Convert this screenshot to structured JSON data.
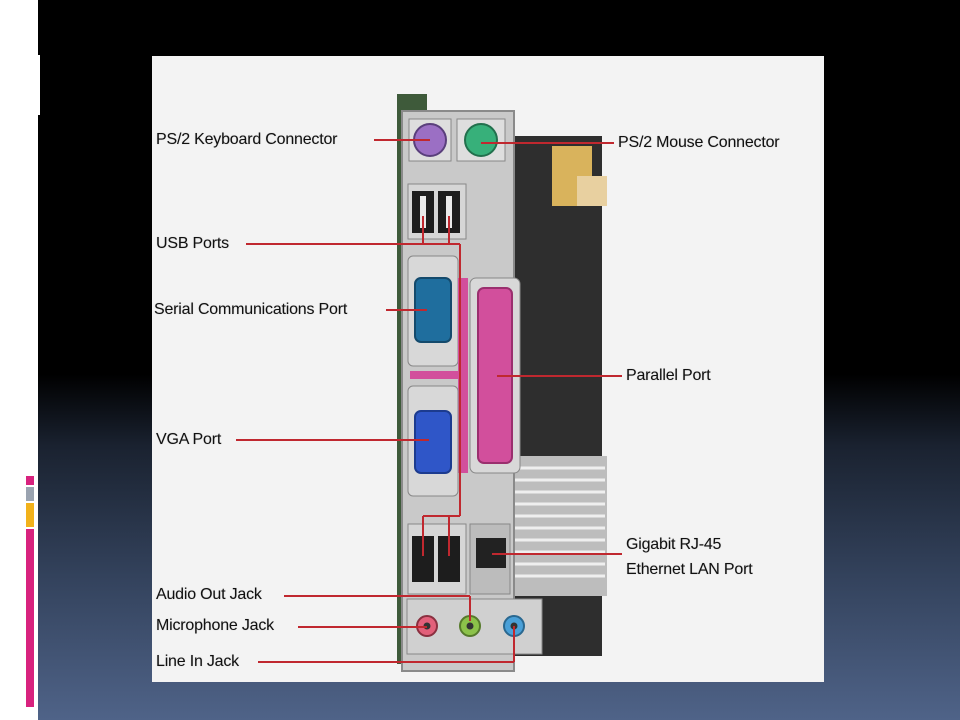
{
  "labels": {
    "ps2_keyboard": "PS/2 Keyboard Connector",
    "ps2_mouse": "PS/2 Mouse Connector",
    "usb_ports": "USB Ports",
    "serial_port": "Serial Communications Port",
    "parallel_port": "Parallel Port",
    "vga_port": "VGA Port",
    "gigabit_line1": "Gigabit RJ-45",
    "gigabit_line2": "Ethernet LAN Port",
    "audio_out": "Audio Out Jack",
    "microphone": "Microphone Jack",
    "line_in": "Line In Jack"
  },
  "colors": {
    "leader_line": "#c0282f",
    "ps2_keyboard": "#9b6fc4",
    "ps2_mouse": "#37b07a",
    "serial": "#1f6e9e",
    "parallel": "#d24f9c",
    "vga": "#2f56c8",
    "mic_jack": "#e2607a",
    "line_out_jack": "#8cc24a",
    "line_in_jack": "#4aa0d8",
    "decor_magenta": "#d8227e",
    "decor_gray": "#9aa3b0",
    "decor_gold": "#f2b21b"
  }
}
